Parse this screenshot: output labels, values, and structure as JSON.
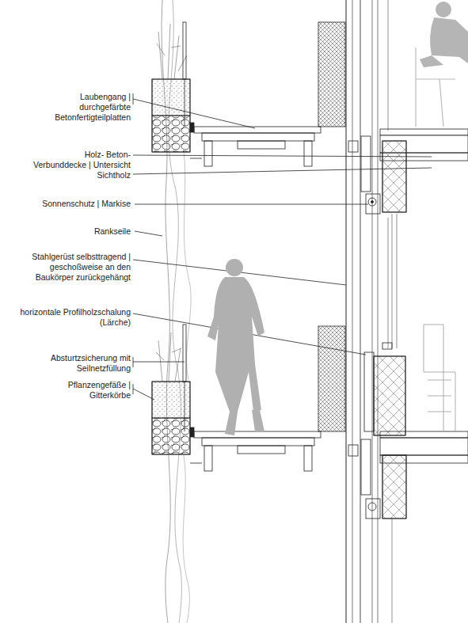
{
  "diagram": {
    "labels": [
      "Laubengang | durchgefärbte Betonfertigteilplatten",
      "Holz- Beton- Verbunddecke | Untersicht Sichtholz",
      "Sonnenschutz | Markise",
      "Rankseile",
      "Stahlgerüst selbsttragend | geschoßweise an den Baukörper zurückgehängt",
      "horizontale Profilholzschalung (Lärche)",
      "Absturtzsicherung mit Seilnetzfüllung",
      "Pflanzengefäße | Gitterkörbe"
    ]
  }
}
